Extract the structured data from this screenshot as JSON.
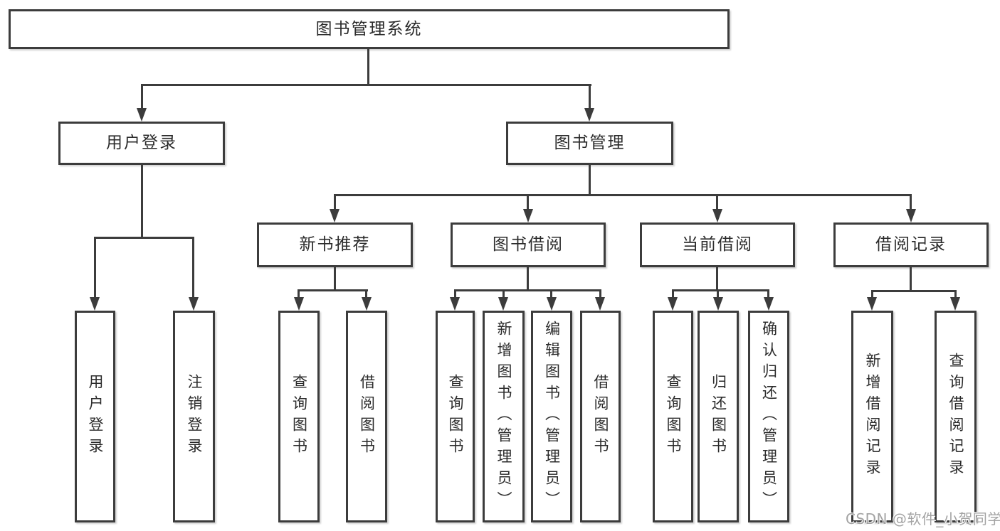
{
  "diagram": {
    "root": {
      "label": "图书管理系统"
    },
    "level2": [
      {
        "label": "用户登录"
      },
      {
        "label": "图书管理"
      }
    ],
    "level3": [
      {
        "label": "新书推荐"
      },
      {
        "label": "图书借阅"
      },
      {
        "label": "当前借阅"
      },
      {
        "label": "借阅记录"
      }
    ],
    "leaves": [
      {
        "label": "用户登录"
      },
      {
        "label": "注销登录"
      },
      {
        "label": "查询图书"
      },
      {
        "label": "借阅图书"
      },
      {
        "label": "查询图书"
      },
      {
        "label": "新增图书（管理员）"
      },
      {
        "label": "编辑图书（管理员）"
      },
      {
        "label": "借阅图书"
      },
      {
        "label": "查询图书"
      },
      {
        "label": "归还图书"
      },
      {
        "label": "确认归还（管理员）"
      },
      {
        "label": "新增借阅记录"
      },
      {
        "label": "查询借阅记录"
      }
    ],
    "watermark": "CSDN @软件_小贺同学",
    "colors": {
      "line": "#3c3c3c",
      "text": "#2b2b2b",
      "watermark": "#a3a3a3",
      "background": "#ffffff"
    }
  }
}
